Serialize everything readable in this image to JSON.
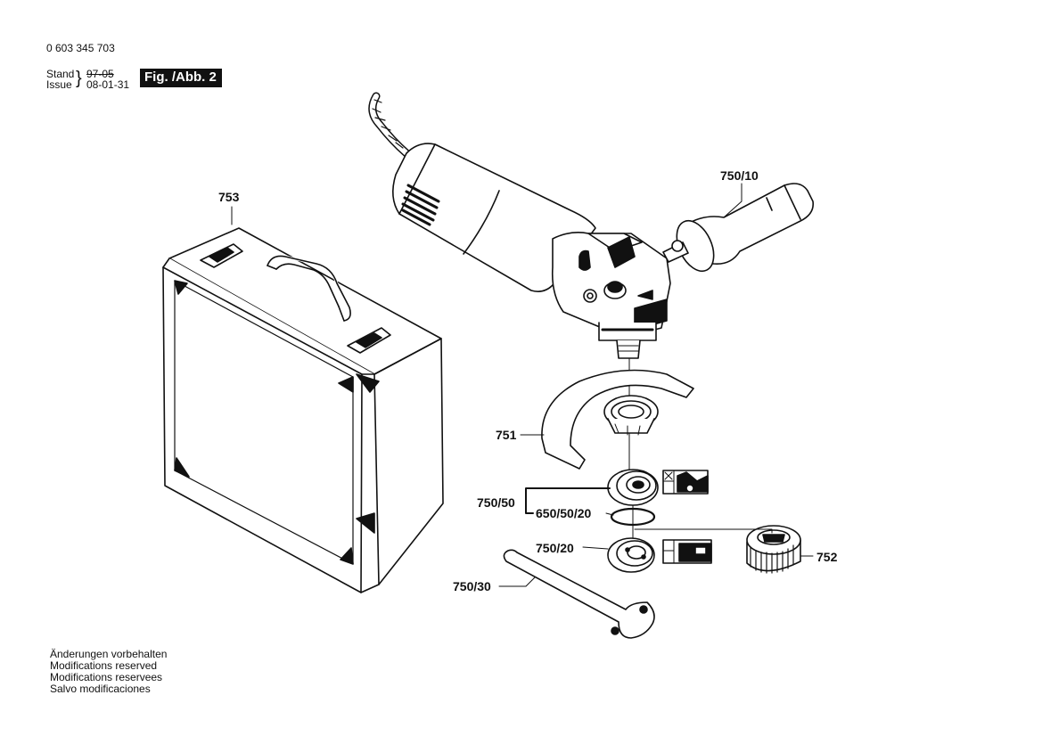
{
  "header": {
    "part_number": "0 603 345 703",
    "stand_label": "Stand",
    "issue_label": "Issue",
    "stand_old_date": "97-05",
    "issue_date": "08-01-31",
    "figure_badge": "Fig. /Abb. 2"
  },
  "parts": {
    "case": "753",
    "side_handle": "750/10",
    "guard": "751",
    "flange_set": "750/50",
    "o_ring": "650/50/20",
    "clamp_nut": "750/20",
    "quick_nut": "752",
    "spanner": "750/30"
  },
  "footer_notes": [
    "Änderungen vorbehalten",
    "Modifications reserved",
    "Modifications reservees",
    "Salvo modificaciones"
  ],
  "colors": {
    "ink": "#111111",
    "paper": "#ffffff"
  }
}
